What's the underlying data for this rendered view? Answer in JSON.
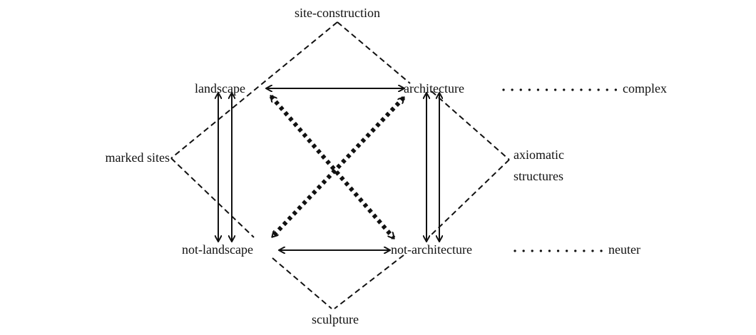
{
  "nodes": {
    "site_construction": "site-construction",
    "landscape": "landscape",
    "architecture": "architecture",
    "complex": "complex",
    "marked_sites": "marked sites",
    "axiomatic_line1": "axiomatic",
    "axiomatic_line2": "structures",
    "not_landscape": "not-landscape",
    "not_architecture": "not-architecture",
    "neuter": "neuter",
    "sculpture": "sculpture"
  }
}
